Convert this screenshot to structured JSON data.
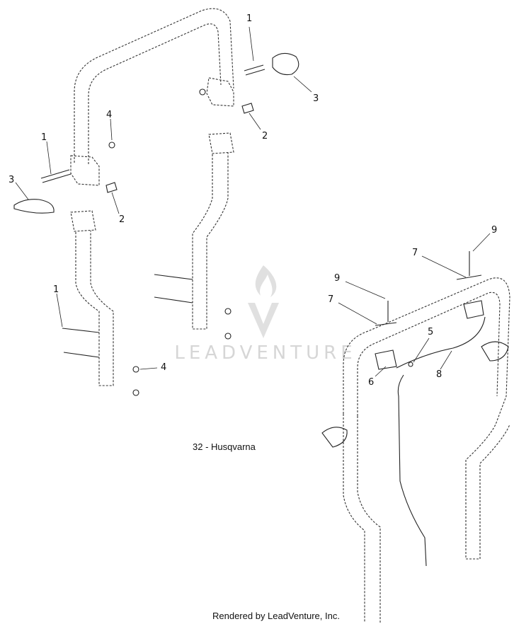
{
  "caption": "32 - Husqvarna",
  "footer": "Rendered by LeadVenture, Inc.",
  "watermark": {
    "text": "LEADVENTURE",
    "color": "#d6d6d6"
  },
  "callouts": {
    "left_assembly": [
      "1",
      "3",
      "2",
      "4",
      "1",
      "3",
      "2",
      "1",
      "4"
    ],
    "right_assembly": [
      "9",
      "7",
      "9",
      "7",
      "5",
      "6",
      "8"
    ]
  },
  "colors": {
    "line": "#333333",
    "text": "#111111",
    "background": "#ffffff"
  }
}
